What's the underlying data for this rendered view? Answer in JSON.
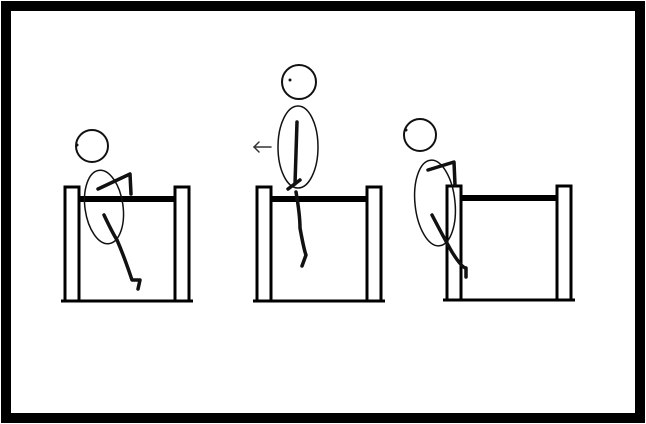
{
  "panels": [
    {
      "id": "panel-1",
      "pose": "sitting"
    },
    {
      "id": "panel-2",
      "pose": "standing",
      "arrow": "left"
    },
    {
      "id": "panel-3",
      "pose": "leaning"
    }
  ],
  "colors": {
    "frame": "#000000",
    "stroke": "#111111",
    "background": "#ffffff"
  }
}
